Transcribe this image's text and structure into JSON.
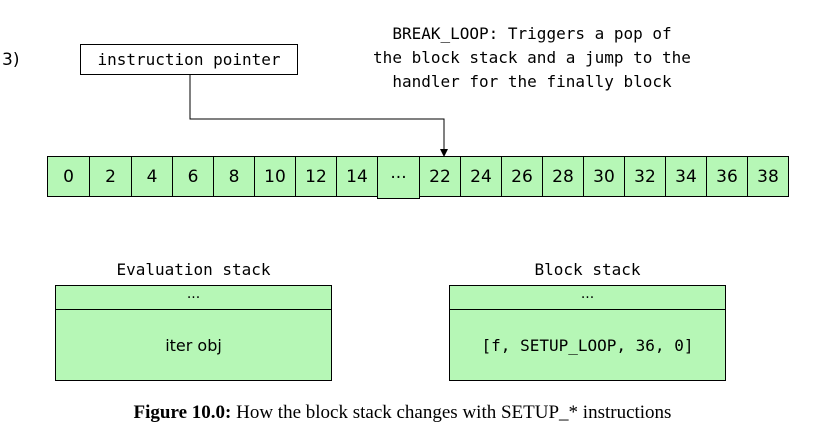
{
  "step_label": "3)",
  "instruction_pointer_label": "instruction pointer",
  "break_note": "BREAK_LOOP: Triggers a pop of\nthe block stack and a jump to the\nhandler for the finally block",
  "strip_cells": [
    "0",
    "2",
    "4",
    "6",
    "8",
    "10",
    "12",
    "14",
    "···",
    "22",
    "24",
    "26",
    "28",
    "30",
    "32",
    "34",
    "36",
    "38"
  ],
  "evaluation_stack": {
    "title": "Evaluation stack",
    "top": "···",
    "entry": "iter obj"
  },
  "block_stack": {
    "title": "Block stack",
    "top": "···",
    "entry": "[f, SETUP_LOOP, 36, 0]"
  },
  "caption": {
    "prefix": "Figure 10.0:",
    "text": " How the block stack changes with SETUP_* instructions"
  },
  "colors": {
    "cell_fill": "#b6f7b6",
    "stroke": "#000000"
  },
  "arrow_target_cell": "22"
}
